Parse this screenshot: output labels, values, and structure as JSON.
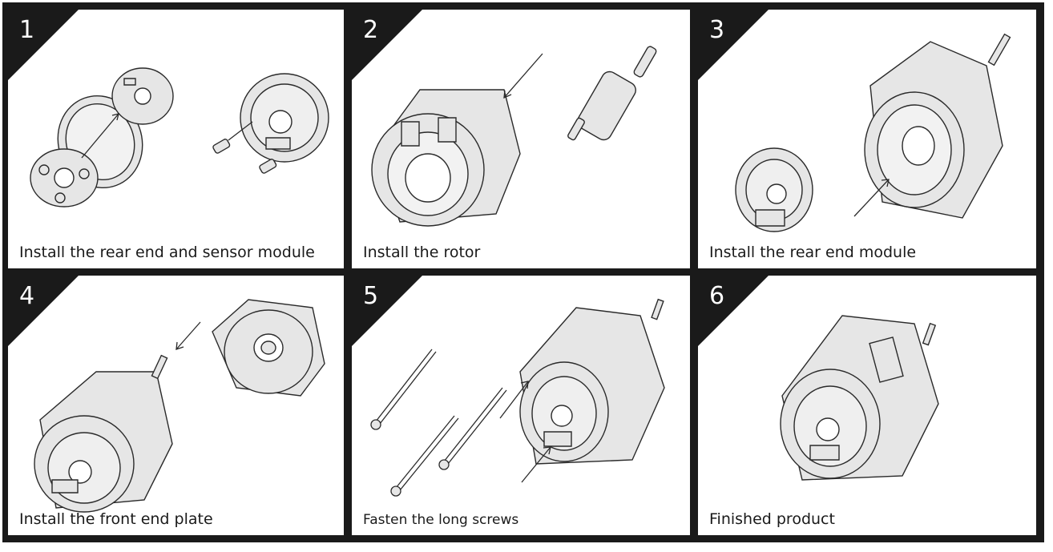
{
  "steps": [
    {
      "number": "1",
      "caption": "Install the rear end and sensor module"
    },
    {
      "number": "2",
      "caption": "Install the rotor"
    },
    {
      "number": "3",
      "caption": "Install the rear end module"
    },
    {
      "number": "4",
      "caption": "Install the front end plate"
    },
    {
      "number": "5",
      "caption": "Fasten the long screws"
    },
    {
      "number": "6",
      "caption": "Finished product"
    }
  ],
  "colors": {
    "frame": "#1a1a1a",
    "panel": "#ffffff",
    "part_fill": "#e6e6e6",
    "line": "#2a2a2a"
  }
}
